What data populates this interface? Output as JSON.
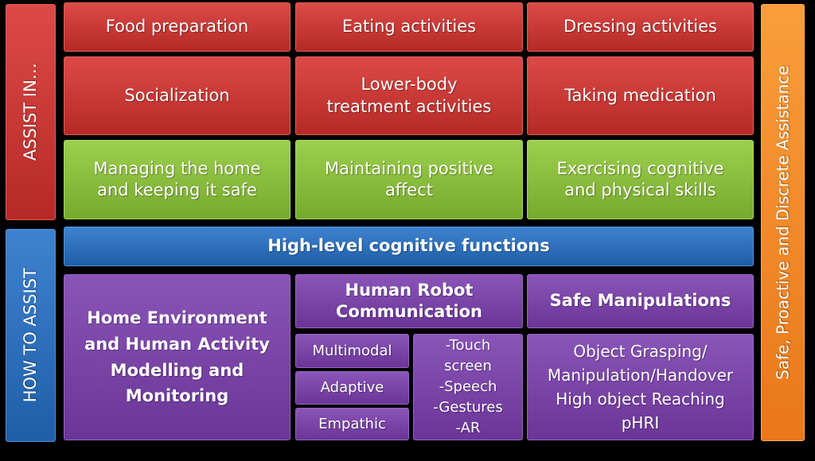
{
  "side_labels": {
    "assist_in": "ASSIST IN…",
    "how_to_assist": "HOW TO ASSIST",
    "right": "Safe, Proactive and Discrete Assistance"
  },
  "assist_in": {
    "row1": [
      "Food preparation",
      "Eating activities",
      "Dressing activities"
    ],
    "row2": [
      "Socialization",
      "Lower-body treatment activities",
      "Taking medication"
    ],
    "row3": [
      "Managing the home and keeping it safe",
      "Maintaining positive affect",
      "Exercising cognitive and physical skills"
    ]
  },
  "how_to_assist": {
    "banner": "High-level cognitive functions",
    "home_modelling": "Home Environment and Human Activity Modelling and Monitoring",
    "hrc_title": "Human Robot Communication",
    "hrc_modes": [
      "Multimodal",
      "Adaptive",
      "Empathic"
    ],
    "hrc_channels": [
      "-Touch screen",
      "-Speech",
      "-Gestures",
      "-AR"
    ],
    "manip_title": "Safe Manipulations",
    "manip_items": [
      "Object Grasping/ Manipulation/Handover",
      "High object Reaching",
      "pHRI"
    ]
  }
}
